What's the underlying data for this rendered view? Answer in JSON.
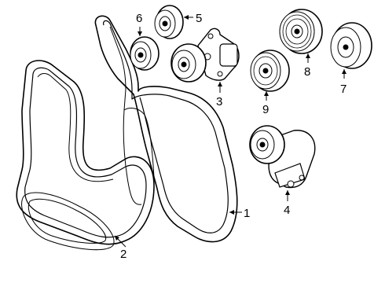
{
  "diagram": {
    "callouts": [
      {
        "id": "belt-1",
        "label": "1"
      },
      {
        "id": "belt-2",
        "label": "2"
      },
      {
        "id": "tensioner-3",
        "label": "3"
      },
      {
        "id": "tensioner-4",
        "label": "4"
      },
      {
        "id": "pulley-5",
        "label": "5"
      },
      {
        "id": "pulley-6",
        "label": "6"
      },
      {
        "id": "pulley-7",
        "label": "7"
      },
      {
        "id": "pulley-8",
        "label": "8"
      },
      {
        "id": "pulley-9",
        "label": "9"
      }
    ]
  }
}
